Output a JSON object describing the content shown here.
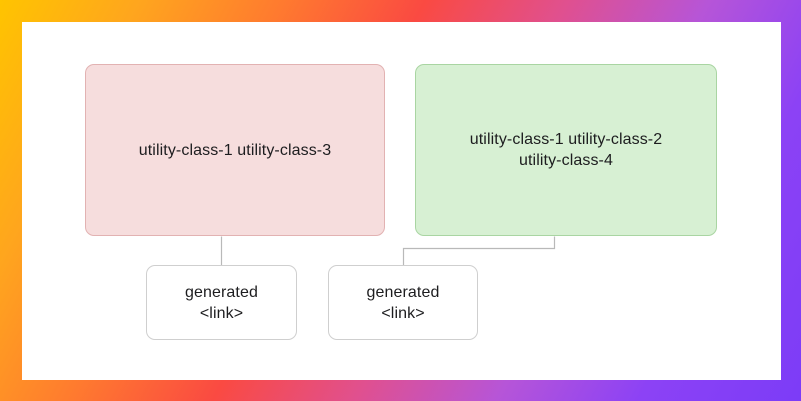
{
  "frame": {
    "gradient_start": "#ffc400",
    "gradient_mid": "#fa4a42",
    "gradient_end": "#7c3cf7",
    "background": "#ffffff"
  },
  "diagram": {
    "type": "flowchart",
    "direction": "top-down",
    "nodes": [
      {
        "id": "node-a",
        "label": "utility-class-1 utility-class-3",
        "fill": "#f6dddd",
        "stroke": "#e2b2b2",
        "shape": "rounded-rect"
      },
      {
        "id": "node-b",
        "label": "utility-class-1 utility-class-2\nutility-class-4",
        "fill": "#d7f0d3",
        "stroke": "#a9d5a2",
        "shape": "rounded-rect"
      },
      {
        "id": "node-c",
        "label": "generated\n<link>",
        "fill": "#ffffff",
        "stroke": "#cfcfcf",
        "shape": "rounded-rect"
      },
      {
        "id": "node-d",
        "label": "generated\n<link>",
        "fill": "#ffffff",
        "stroke": "#cfcfcf",
        "shape": "rounded-rect"
      }
    ],
    "edges": [
      {
        "id": "edge-a-c",
        "from": "node-a",
        "to": "node-c",
        "style": "straight",
        "stroke": "#b9b9b9"
      },
      {
        "id": "edge-b-d",
        "from": "node-b",
        "to": "node-d",
        "style": "elbow",
        "stroke": "#b9b9b9"
      }
    ]
  }
}
